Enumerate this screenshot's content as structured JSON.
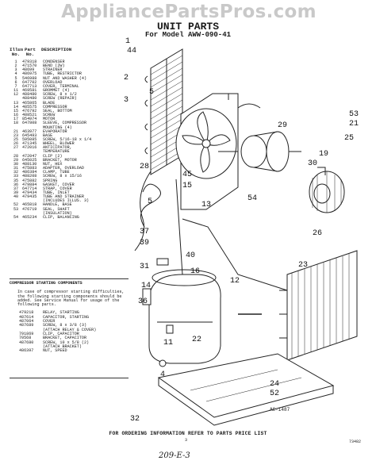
{
  "watermark": "AppliancePartsPros.com",
  "title": "UNIT PARTS",
  "subtitle": "For Model AWW-090-41",
  "parts_header": {
    "illus": "Illus No.",
    "part": "Part No.",
    "desc": "DESCRIPTION"
  },
  "parts": [
    [
      "1",
      "479318",
      "CONDENSER"
    ],
    [
      "2",
      "471570",
      "BEND (2W)"
    ],
    [
      "3",
      "48699",
      "STRAINER"
    ],
    [
      "4",
      "486975",
      "TUBE, RESTRICTOR"
    ],
    [
      "5",
      "546988",
      "NUT AND WASHER (4)"
    ],
    [
      "6",
      "647702",
      "OVERLOAD"
    ],
    [
      "7",
      "647713",
      "COVER, TERMINAL"
    ],
    [
      "11",
      "469581",
      "GROMMET (4)"
    ],
    [
      "12",
      "488480",
      "SCREW, 8 x 1/2"
    ],
    [
      "",
      "488480",
      "SCREW (REPAIR)"
    ],
    [
      "13",
      "465865",
      "BLADE"
    ],
    [
      "14",
      "485575",
      "COMPRESSOR"
    ],
    [
      "15",
      "476792",
      "SEAL, BOTTOM"
    ],
    [
      "16",
      "488521",
      "SCREW"
    ],
    [
      "17",
      "854974",
      "MOTOR"
    ],
    [
      "18",
      "647808",
      "SLEEVE, COMPRESSOR"
    ],
    [
      "",
      "",
      "MOUNTING (4)"
    ],
    [
      "21",
      "463977",
      "EVAPORATOR"
    ],
    [
      "23",
      "645493",
      "BASE"
    ],
    [
      "25",
      "595085",
      "SCREW, 5/16-18 x 1/4"
    ],
    [
      "26",
      "471345",
      "WHEEL, BLOWER"
    ],
    [
      "27",
      "472016",
      "ANTICIPATOR,"
    ],
    [
      "",
      "",
      "TEMPERATURE"
    ],
    [
      "28",
      "472047",
      "CLIP (2)"
    ],
    [
      "29",
      "645025",
      "BRACKET, MOTOR"
    ],
    [
      "30",
      "488130",
      "NUT, HEX"
    ],
    [
      "31",
      "475883",
      "ADAPTER, OVERLOAD"
    ],
    [
      "32",
      "486384",
      "CLAMP, TUBE"
    ],
    [
      "33",
      "488208",
      "SCREW, 8 x 15/16"
    ],
    [
      "35",
      "475882",
      "SPRING"
    ],
    [
      "36",
      "479884",
      "GASKET, COVER"
    ],
    [
      "37",
      "647714",
      "STRAP, COVER"
    ],
    [
      "39",
      "479434",
      "TUBE, INLET"
    ],
    [
      "40",
      "479435",
      "TUBE AND STRAINER"
    ],
    [
      "",
      "",
      "(INCLUDES ILLUS. 3)"
    ],
    [
      "52",
      "465818",
      "HANDLE, BASE"
    ],
    [
      "53",
      "476719",
      "SEAL, SHAFT"
    ],
    [
      "",
      "",
      "(INSULATION)"
    ],
    [
      "54",
      "465234",
      "CLIP, BALANCING"
    ]
  ],
  "components": {
    "title": "COMPRESSOR STARTING COMPONENTS",
    "note": "In case of compressor starting difficulties, the following starting components should be added. See Service Manual for usage of the following parts.",
    "rows": [
      [
        "479218",
        "RELAY, STARTING"
      ],
      [
        "487614",
        "CAPACITOR, STARTING"
      ],
      [
        "487064",
        "COVER"
      ],
      [
        "487689",
        "SCREW, 8 x 3/8 (3)"
      ],
      [
        "",
        "(ATTACH RELAY & COVER)"
      ],
      [
        "791869",
        "CLIP, CAPACITOR"
      ],
      [
        "70568",
        "BRACKET, CAPACITOR"
      ],
      [
        "487680",
        "SCREW, 10 x 5/8 (2)"
      ],
      [
        "",
        "(ATTACH BRACKET)"
      ],
      [
        "486397",
        "NUT, SPEED"
      ]
    ]
  },
  "callouts": [
    "1",
    "44",
    "2",
    "3",
    "5",
    "25",
    "53",
    "21",
    "29",
    "19",
    "30",
    "45",
    "15",
    "13",
    "54",
    "26",
    "28",
    "5",
    "37",
    "39",
    "31",
    "40",
    "16",
    "23",
    "12",
    "14",
    "36",
    "22",
    "11",
    "4",
    "24",
    "52",
    "32"
  ],
  "diagram_code": "AC-1487",
  "footer": "FOR ORDERING INFORMATION REFER TO PARTS PRICE LIST",
  "page_number": "3",
  "doc_number": "73482",
  "handwritten": "209-E-3"
}
